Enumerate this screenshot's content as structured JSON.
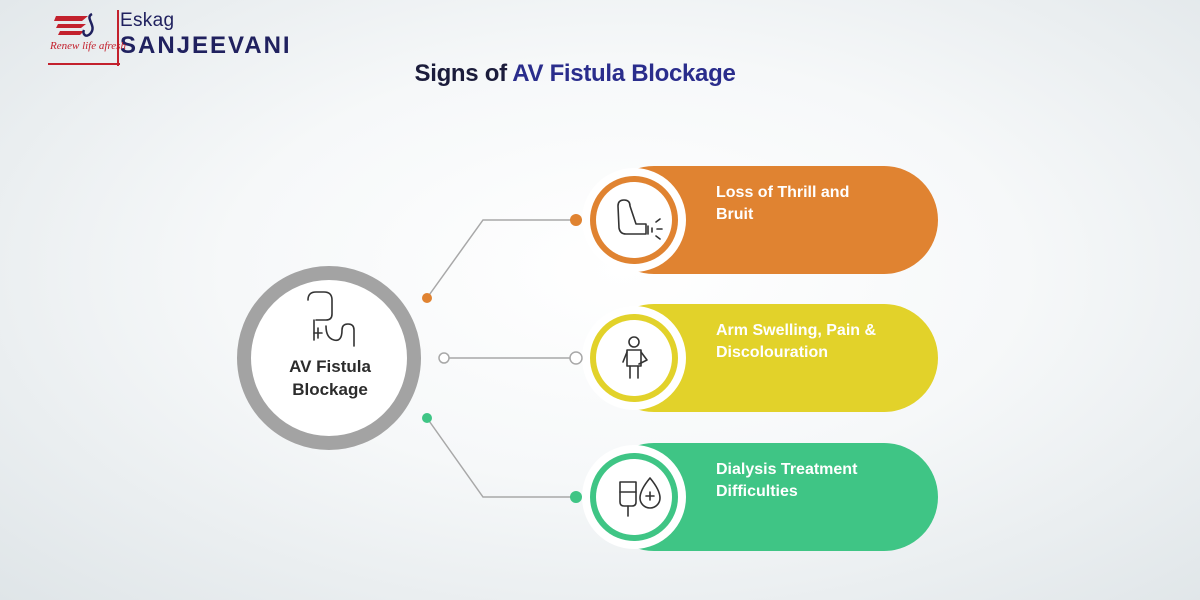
{
  "logo": {
    "brand_top": "Eskag",
    "brand_main": "SANJEEVANI",
    "tagline": "Renew life afresh"
  },
  "title": {
    "prefix": "Signs of",
    "accent": "AV Fistula Blockage"
  },
  "center": {
    "label_line1": "AV Fistula",
    "label_line2": "Blockage",
    "icon": "fistula-tube-icon",
    "ring_color": "#a3a3a3"
  },
  "signs": [
    {
      "line1": "Loss of Thrill and",
      "line2": "Bruit",
      "icon": "arm-sound-icon",
      "color": "#e08331",
      "dot_color": "#e08331"
    },
    {
      "line1": "Arm Swelling, Pain &",
      "line2": "Discolouration",
      "icon": "person-sling-icon",
      "color": "#e2d22a",
      "dot_color": "#ffffff"
    },
    {
      "line1": "Dialysis Treatment",
      "line2": "Difficulties",
      "icon": "iv-bag-drop-icon",
      "color": "#3fc585",
      "dot_color": "#3fc585"
    }
  ]
}
